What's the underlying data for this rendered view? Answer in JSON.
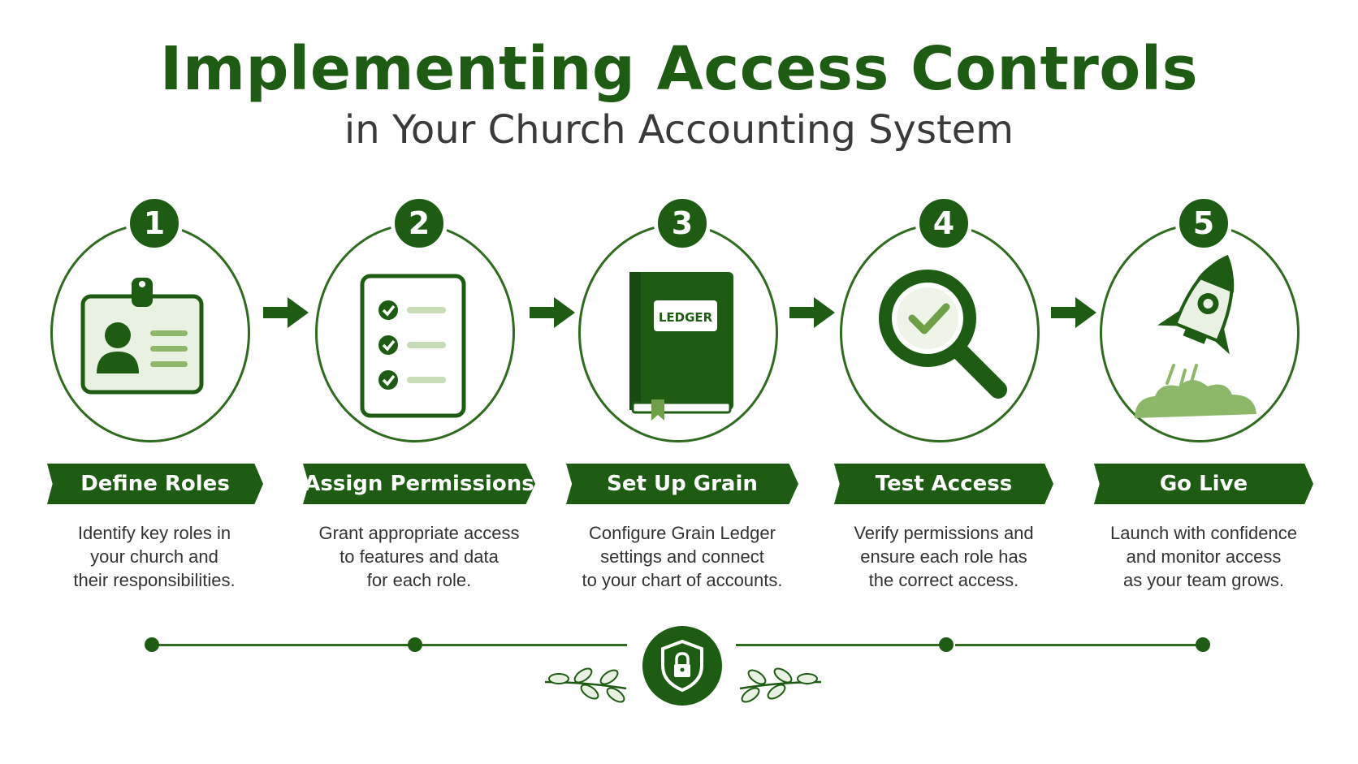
{
  "header": {
    "title": "Implementing Access Controls",
    "subtitle": "in Your Church Accounting System"
  },
  "steps": [
    {
      "number": "1",
      "title": "Define Roles",
      "icon": "id-badge-icon",
      "desc": [
        "Identify key roles in",
        "your church and",
        "their responsibilities."
      ]
    },
    {
      "number": "2",
      "title": "Assign Permissions",
      "icon": "checklist-icon",
      "desc": [
        "Grant appropriate access",
        "to features and data",
        "for each role."
      ]
    },
    {
      "number": "3",
      "title": "Set Up Grain Ledger",
      "icon": "ledger-book-icon",
      "icon_text": "LEDGER",
      "desc": [
        "Configure Grain Ledger",
        "settings and connect",
        "to your chart of accounts."
      ]
    },
    {
      "number": "4",
      "title": "Test Access",
      "icon": "magnifier-check-icon",
      "desc": [
        "Verify permissions and",
        "ensure each role has",
        "the correct access."
      ]
    },
    {
      "number": "5",
      "title": "Go Live",
      "icon": "rocket-icon",
      "desc": [
        "Launch with confidence",
        "and monitor access",
        "as your team grows."
      ]
    }
  ],
  "colors": {
    "primary": "#1e5c14",
    "accent_light": "#8db86a",
    "pale": "#e9f1e2",
    "text": "#333333"
  },
  "footer": {
    "icon": "shield-lock-icon",
    "decor": "leaf-branch-icon"
  }
}
